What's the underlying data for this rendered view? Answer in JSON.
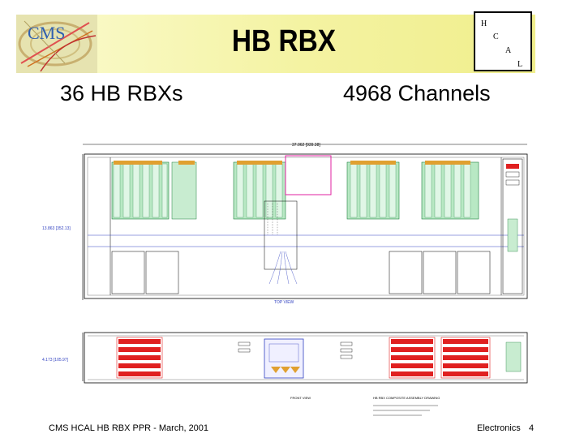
{
  "header": {
    "logo_text": "CMS",
    "title": "HB RBX",
    "hcal_letters": [
      "H",
      "C",
      "A",
      "L"
    ]
  },
  "subtitles": {
    "left": "36 HB RBXs",
    "right": "4968 Channels"
  },
  "drawing": {
    "top_dimension": "37.062 [939.38]",
    "side_dimension": "13.863 [352.13]",
    "lower_dimension": "4.173 [105.97]",
    "top_view_label": "TOP VIEW",
    "front_view_label": "FRONT VIEW",
    "assembly_label": "HB RBX COMPOSITE ASSEMBLY DRAWING"
  },
  "footer": {
    "left": "CMS HCAL HB RBX PPR - March, 2001",
    "right": "Electronics",
    "page": "4"
  },
  "colors": {
    "header_band": "#f4f3a2",
    "module_green": "#b8e8c4",
    "module_red": "#e02020",
    "line_blue": "#3040c0",
    "pink_box": "#e020a0"
  }
}
